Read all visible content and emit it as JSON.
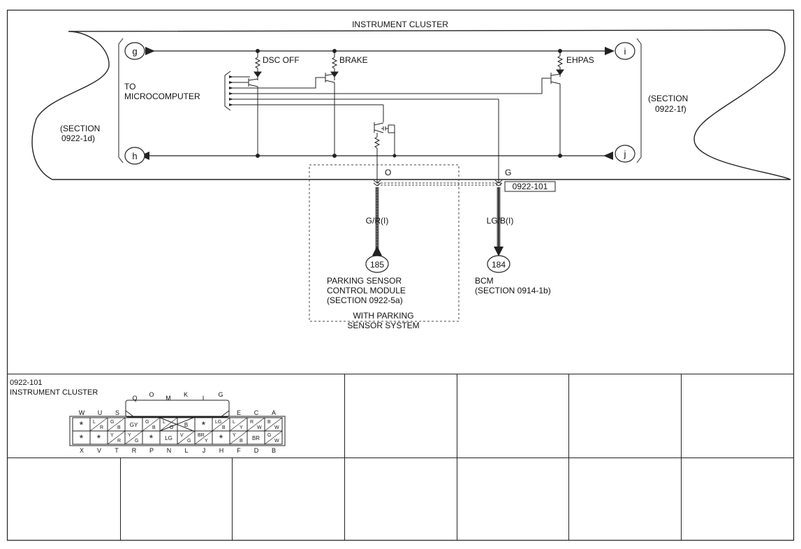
{
  "title": "INSTRUMENT CLUSTER",
  "terminals": {
    "g": "g",
    "h": "h",
    "i": "i",
    "j": "j"
  },
  "labels": {
    "dsc_off": "DSC OFF",
    "brake": "BRAKE",
    "ehpas": "EHPAS",
    "to_micro_1": "TO",
    "to_micro_2": "MICROCOMPUTER",
    "section_left_1": "(SECTION",
    "section_left_2": "0922-1d)",
    "section_right_1": "(SECTION",
    "section_right_2": "0922-1f)",
    "wire_o": "O",
    "wire_g": "G",
    "connector_code": "0922-101",
    "wire_gr": "G/R(I)",
    "wire_lgb": "LG/B(I)",
    "node_185": "185",
    "node_184": "184",
    "psc_1": "PARKING SENSOR",
    "psc_2": "CONTROL MODULE",
    "psc_3": "(SECTION 0922-5a)",
    "bcm_1": "BCM",
    "bcm_2": "(SECTION 0914-1b)",
    "with_1": "WITH PARKING",
    "with_2": "SENSOR SYSTEM"
  },
  "connector": {
    "code": "0922-101",
    "name": "INSTRUMENT CLUSTER",
    "top_pins": [
      "Q",
      "O",
      "M",
      "K",
      "I",
      "G"
    ],
    "row1_letters": [
      "W",
      "U",
      "S",
      "E",
      "C",
      "A"
    ],
    "row4_letters": [
      "X",
      "V",
      "T",
      "R",
      "P",
      "N",
      "L",
      "J",
      "H",
      "F",
      "D",
      "B"
    ],
    "row2_cells": [
      "*",
      "L/R",
      "G/B",
      "GY",
      "G/B",
      "L/O",
      "B",
      "*",
      "LG/B",
      "L/Y",
      "R/W",
      "B/W"
    ],
    "row3_cells": [
      "*",
      "*",
      "Y/R",
      "Y/G",
      "*",
      "LG",
      "V/G",
      "BR/Y",
      "*",
      "Y/B",
      "BR",
      "G/W"
    ]
  }
}
